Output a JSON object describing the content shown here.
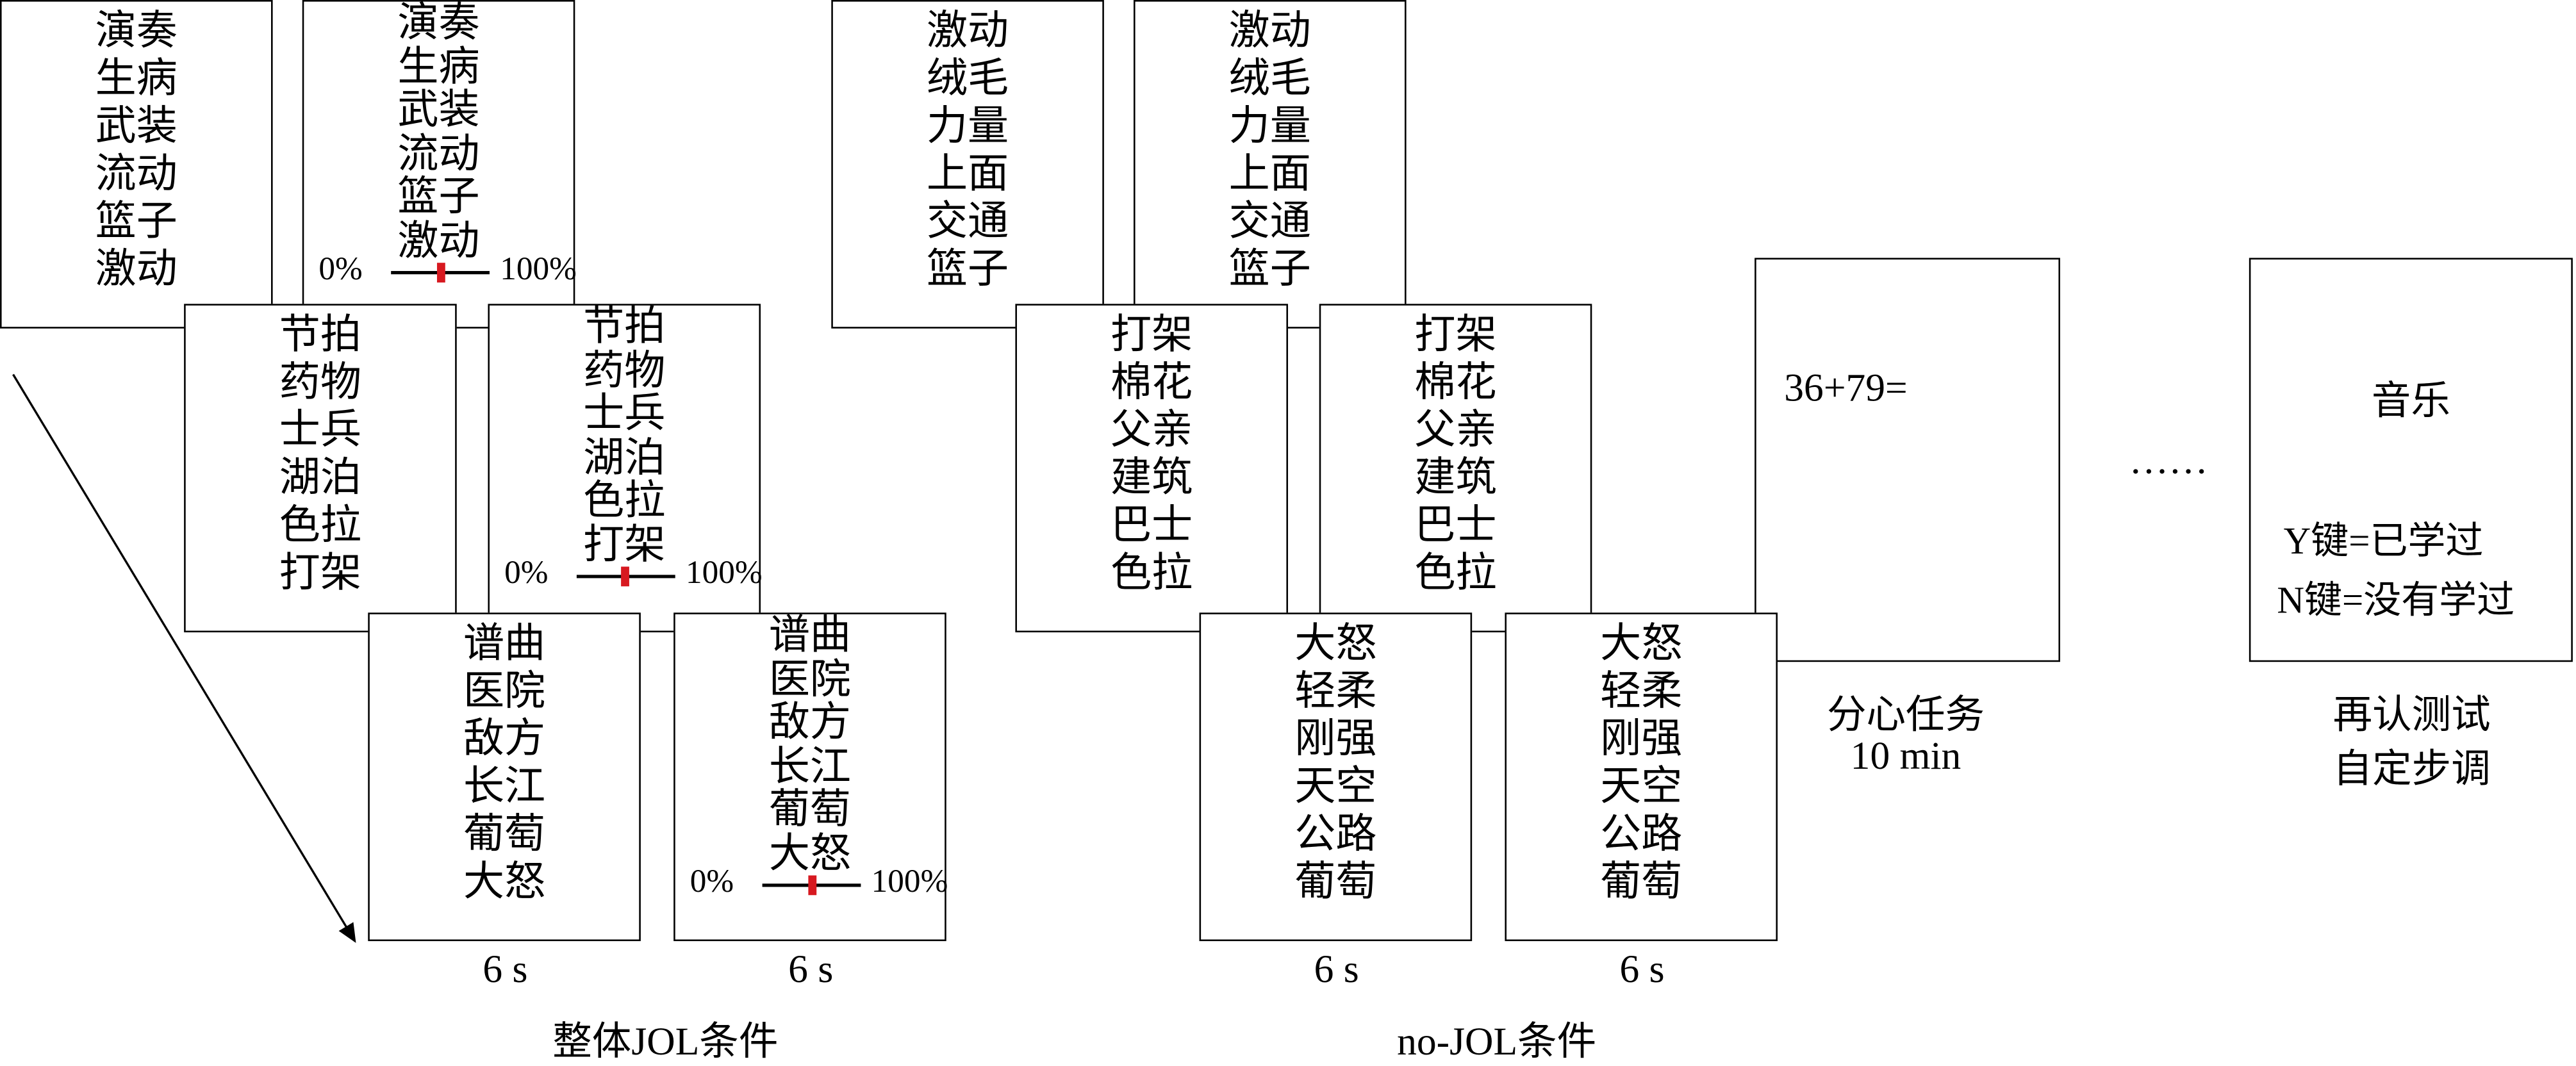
{
  "groups": [
    {
      "label": "整体JOL条件",
      "trials": [
        {
          "words": [
            "演奏",
            "生病",
            "武装",
            "流动",
            "篮子",
            "激动"
          ],
          "jol": false
        },
        {
          "words": [
            "演奏",
            "生病",
            "武装",
            "流动",
            "篮子",
            "激动"
          ],
          "jol": true,
          "jol_value": 0.5
        },
        {
          "words": [
            "节拍",
            "药物",
            "士兵",
            "湖泊",
            "色拉",
            "打架"
          ],
          "jol": false
        },
        {
          "words": [
            "节拍",
            "药物",
            "士兵",
            "湖泊",
            "色拉",
            "打架"
          ],
          "jol": true,
          "jol_value": 0.48
        },
        {
          "words": [
            "谱曲",
            "医院",
            "敌方",
            "长江",
            "葡萄",
            "大怒"
          ],
          "jol": false
        },
        {
          "words": [
            "谱曲",
            "医院",
            "敌方",
            "长江",
            "葡萄",
            "大怒"
          ],
          "jol": true,
          "jol_value": 0.5
        }
      ],
      "durations": [
        "6 s",
        "6 s"
      ]
    },
    {
      "label": "no-JOL条件",
      "trials": [
        {
          "words": [
            "激动",
            "绒毛",
            "力量",
            "上面",
            "交通",
            "篮子"
          ],
          "jol": false
        },
        {
          "words": [
            "激动",
            "绒毛",
            "力量",
            "上面",
            "交通",
            "篮子"
          ],
          "jol": false
        },
        {
          "words": [
            "打架",
            "棉花",
            "父亲",
            "建筑",
            "巴士",
            "色拉"
          ],
          "jol": false
        },
        {
          "words": [
            "打架",
            "棉花",
            "父亲",
            "建筑",
            "巴士",
            "色拉"
          ],
          "jol": false
        },
        {
          "words": [
            "大怒",
            "轻柔",
            "刚强",
            "天空",
            "公路",
            "葡萄"
          ],
          "jol": false
        },
        {
          "words": [
            "大怒",
            "轻柔",
            "刚强",
            "天空",
            "公路",
            "葡萄"
          ],
          "jol": false
        }
      ],
      "durations": [
        "6 s",
        "6 s"
      ]
    }
  ],
  "slider": {
    "min_label": "0%",
    "max_label": "100%",
    "marker_color": "#d71920"
  },
  "distractor": {
    "equation": "36+79=",
    "label": "分心任务",
    "duration": "10 min"
  },
  "ellipsis": "……",
  "recognition": {
    "word": "音乐",
    "yes_key": "Y键=已学过",
    "no_key": "N键=没有学过",
    "label": "再认测试",
    "pace": "自定步调"
  }
}
